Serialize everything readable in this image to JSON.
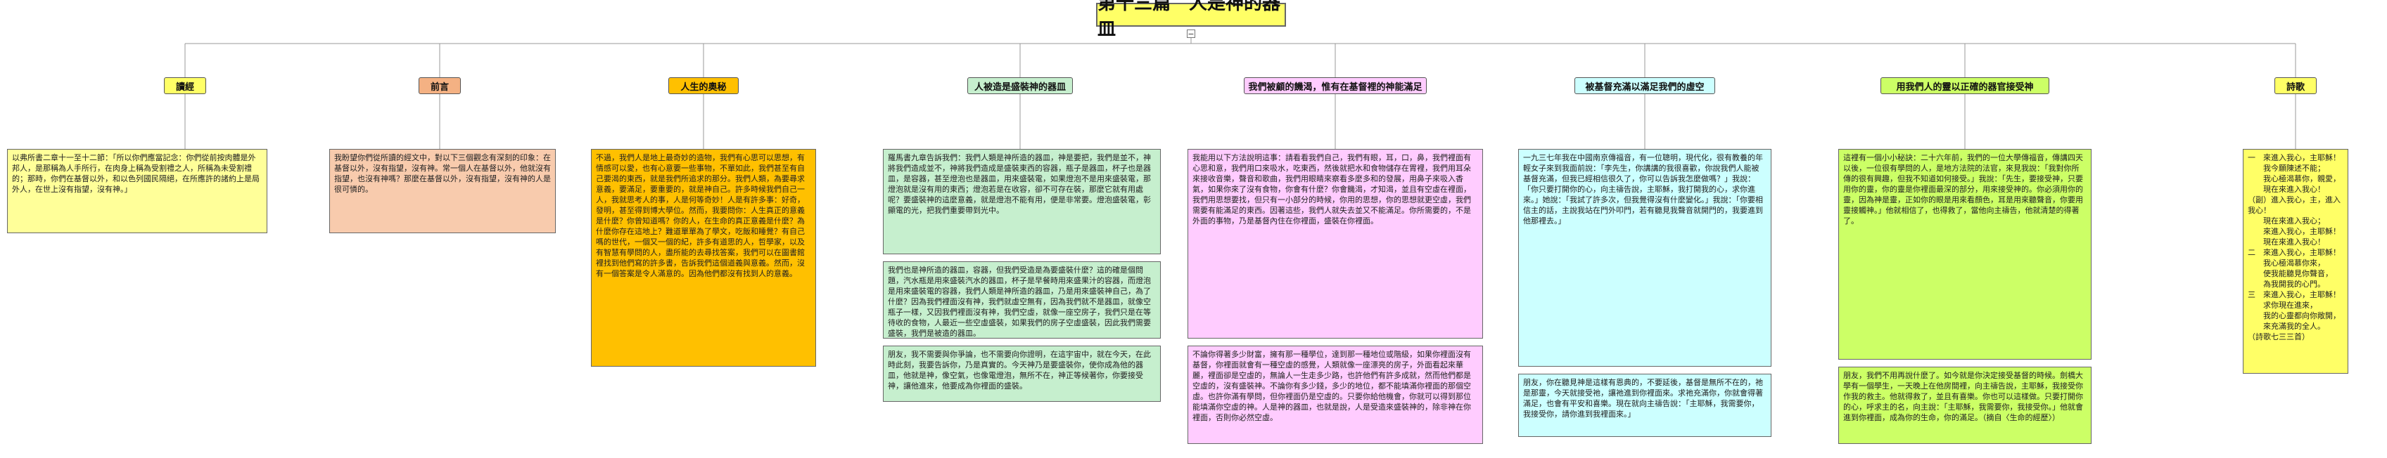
{
  "title": "第十三篇　人是神的器皿",
  "colors": {
    "title_bg": "#ffff66",
    "yellow_node": "#ffff66",
    "orange_node": "#f4b183",
    "gold_node": "#ffc000",
    "green_node": "#c6efce",
    "pink_node": "#ffccff",
    "cyan_node": "#ccffff",
    "lime_node": "#ccff66"
  },
  "branches": [
    {
      "label": "讀經",
      "text": "以弗所書二章十一至十二節：「所以你們應當記念：你們從前按肉體是外邦人，是那稱為人手所行，在肉身上稱為受割禮之人，所稱為未受割禮的；那時，你們在基督以外，和以色列國民隔絕，在所應許的諸約上是局外人，在世上沒有指望，沒有神。」"
    },
    {
      "label": "前言",
      "text": "我盼望你們從所讀的經文中，對以下三個觀念有深刻的印象：在基督以外，沒有指望，沒有神。常一個人在基督以外，他就沒有指望，也沒有神嗎？那麼在基督以外，沒有指望，沒有神的人是很可憐的。"
    },
    {
      "label": "人生的奧秘",
      "text": "不過，我們人是地上最奇妙的造物，我們有心思可以思想，有情感可以愛，也有心意要一些事物，不單如此，我們甚至有自己要渴的東西，就是我們所追求的那分。我們人類，為要尋求意義，要滿足，要重要的，就是神自己。許多時候我們自己一人，我就思考人的事，人是何等奇妙！人是有許多事：好奇，發明，甚至得到博大學位。然而，我要問你：人生真正的意義是什麼？你曾知道嗎？你的人，在生命的真正意義是什麼？為什麼你存在這地上？難道單單為了學文，吃飯和睡覺？有自己嗎的世代，一個又一個的紀，許多有道思的人，哲學家，以及有智慧有學問的人，盡所能的去尋找答案，我們可以在圖書館裡找到他們寫的許多書，告訴我們這個道義與意義。然而，沒有一個答案是令人滿意的。因為他們都沒有找到人的意義。"
    },
    {
      "label": "人被造是盛裝神的器皿",
      "text1": "羅馬書九章告訴我們：我們人類是神所造的器皿，神是要把，我們是並不，神將我們造成並不，神將我們造成是盛裝東西的容器，瓶子是器皿，杯子也是器皿，是容器，甚至燈泡也是器皿，用來盛裝電，如果燈泡不是用來盛裝電，那燈泡就是沒有用的東西；燈泡若是在收容，卻不可存在裝，那麼它就有用處呢？要盛裝神的這麼意義，就是燈泡不能有用，便是非常要。燈泡盛裝電，彰顯電的光，把我們重要帶到光中。",
      "text2": "我們也是神所造的器皿，容器，但我們受造是為要盛裝什麼？這的確是個問題，汽水瓶是用來盛裝汽水的器皿，杯子是早餐時用來盛果汁的容器，而燈泡是用來盛裝電的容器，我們人類是神所造的器皿，乃是用來盛裝神自己，為了什麼？因為我們裡面沒有神，我們就虛空無有，因為我們就不是器皿，就像空瓶子一樣，又因我們裡面沒有神，我們空虛，就像一座空房子，我們只是在等待收的食物，人最近一些空虛盛裝，如果我們的房子空虛盛裝，因此我們需要盛裝，我們是被造的器皿。",
      "text3": "朋友，我不需要與你爭論，也不需要向你證明，在這宇宙中，就在今天，在此時此刻，我要告訴你，乃是真實的。今天神乃是要盛裝你，使你成為他的器皿，他就是神，像空氣，也像電燈泡，無所不在，神正等候著你，你要接受神，讓他進來，他要成為你裡面的盛裝。"
    },
    {
      "label": "我們被顧的饑渴，惟有在基督裡的神能滿足",
      "text1": "我能用以下方法說明這事：請看看我們自己，我們有眼，耳，口，鼻，我們裡面有心思和意，我們用口來吸水，吃東西，然後就把水和食物儲存在胃裡，我們用耳朵來接收音樂，聲音和歌曲，我們用眼睛來察看多麼多和的發展，用鼻子來吸入香氣，如果你來了沒有食物，你會有什麼？你會饑渴，才知渴，並且有空虛在裡面，我們用思想要找，但只有一小部分的時候，你用的思想，你的思想就更空虛，我們需要有能滿足的東西。因著這些，我們人就失去並又不能滿足。你所需要的，不是外面的事物，乃是基督內住在你裡面，盛裝在你裡面。",
      "text2": "不論你得著多少財富，擁有那一種學位，達到那一種地位或階級，如果你裡面沒有基督，你裡面就會有一種空虛的感覺，人類就像一座漂亮的房子，外面看起來華麗，裡面卻是空虛的，無論人一生走多少路，也許他們有許多成就，然而他們都是空虛的，沒有盛裝神。不論你有多少錢，多少的地位，都不能填滿你裡面的那個空虛。也許你滿有學問，但你裡面仍是空虛的。只要你給他機會，你就可以得到那位能填滿你空虛的神。人是神的器皿，也就是說，人是受造來盛裝神的，除非神在你裡面，否則你必然空虛。"
    },
    {
      "label": "被基督充滿以滿足我們的虛空",
      "text1": "一九三七年我在中國南京傳福音，有一位聰明，現代化，很有教養的年輕女子來到我面前說：「李先生，你講講的我很喜歡，你說我們人能被基督充滿，但我已經相信很久了，你可以告訴我怎麼做嗎？」我說：「你只要打開你的心，向主禱告說，主耶穌，我打開我的心，求你進來。」她說：「我試了許多次，但我覺得沒有什麼變化。」我說：「你要相信主的話，主說我站在門外叩門，若有聽見我聲音就開門的，我要進到他那裡去。」",
      "text2": "朋友，你在聽見神是這樣有恩典的，不要延後，基督是無所不在的，祂是那靈，今天就接受祂，讓祂進到你裡面來。求祂充滿你，你就會得著滿足，也會有平安和喜樂。現在就向主禱告說：「主耶穌，我需要你，我接受你，請你進到我裡面來。」"
    },
    {
      "label": "用我們人的靈以正確的器官接受神",
      "text1": "這裡有一個小小秘訣：二十六年前，我們的一位大學傳福音，傳講四天以後，一位很有學問的人，是地方法院的法官，來見我說：「我對你所傳的很有興趣，但我不知道如何接受。」我說：「先生，要接受神，只要用你的靈，你的靈是你裡面最深的部分，用來接受神的。你必須用你的靈，因為神是靈，正如你的眼是用來看顏色，耳是用來聽聲音，你要用靈接觸神。」他就相信了，也得救了，當他向主禱告，他就清楚的得著了。",
      "text2": "朋友，我們不用再說什麼了。如今就是你決定接受基督的時候。劍橋大學有一個學生，一天晚上在他房間裡，向主禱告說，主耶穌，我接受你作我的救主。他就得救了，並且有喜樂。你也可以這樣做。只要打開你的心，呼求主的名，向主說：「主耶穌，我需要你，我接受你。」他就會進到你裡面，成為你的生命，你的滿足。（摘自〈生命的經歷〉）"
    },
    {
      "label": "詩歌",
      "lines": [
        "一　來進入我心，主耶穌！",
        "　　我今願陳述不能；",
        "　　我心極渴慕你，親愛，",
        "　　現在來進入我心！",
        "（副）進入我心，主，進入我心！",
        "　　現在來進入我心；",
        "　　來進入我心，主耶穌！",
        "　　現在來進入我心！",
        "二　來進入我心，主耶穌！",
        "　　我心極渴慕你來，",
        "　　使我能聽見你聲音，",
        "　　為我開我的心門。",
        "三　來進入我心，主耶穌！",
        "　　求你現在進來，",
        "　　我的心靈都向你敞開，",
        "　　來充滿我的全人。",
        "（詩歌七三三首）"
      ]
    }
  ]
}
